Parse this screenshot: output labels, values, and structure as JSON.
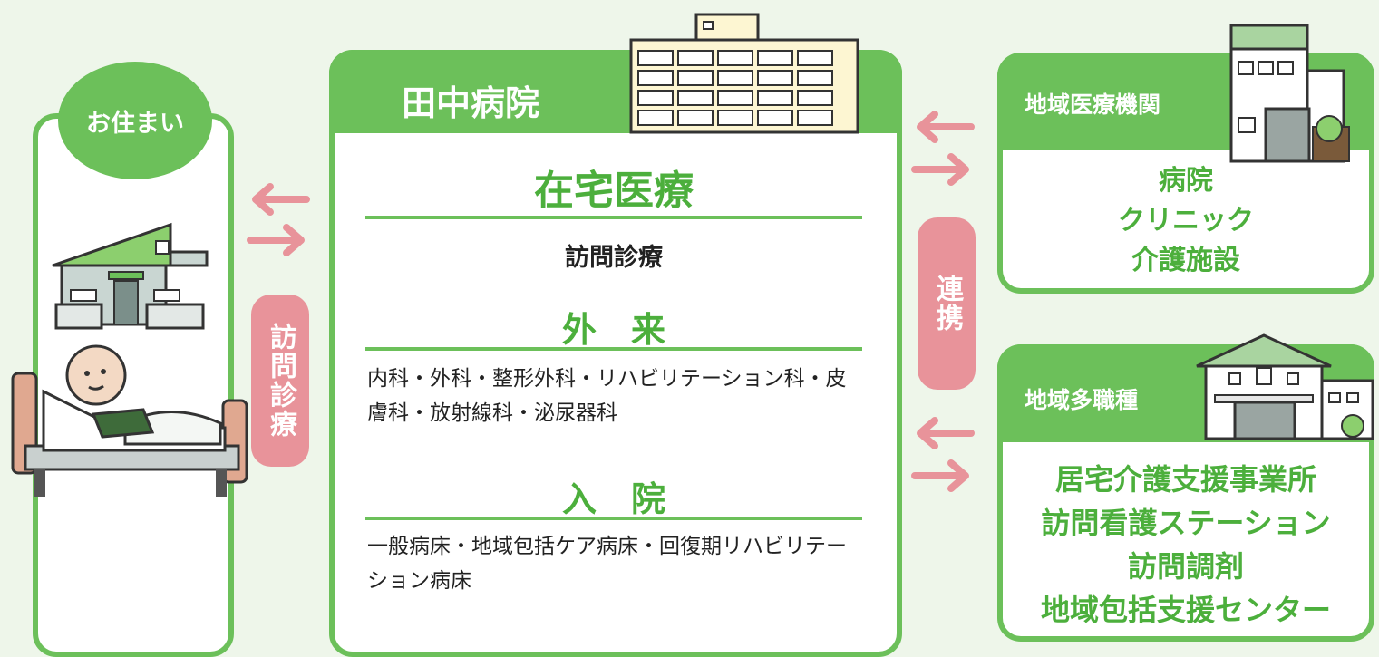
{
  "home": {
    "label": "お住まい"
  },
  "visit_badge": "訪問診療",
  "hospital": {
    "name": "田中病院",
    "sections": [
      {
        "title": "在宅医療",
        "subtitle": "訪問診療",
        "items": []
      },
      {
        "title": "外　来",
        "text": "内科・外科・整形外科・リハビリテーション科・皮膚科・放射線科・泌尿器科"
      },
      {
        "title": "入　院",
        "text": "一般病床・地域包括ケア病床・回復期リハビリテーション病床"
      }
    ]
  },
  "cooperation_badge": "連携",
  "regional_medical": {
    "title": "地域医療機関",
    "items": [
      "病院",
      "クリニック",
      "介護施設"
    ]
  },
  "regional_multi": {
    "title": "地域多職種",
    "items": [
      "居宅介護支援事業所",
      "訪問看護ステーション",
      "訪問調剤",
      "地域包括支援センター"
    ]
  },
  "colors": {
    "green": "#6cc05a",
    "pink": "#e8939a",
    "background": "#eef6ea"
  }
}
